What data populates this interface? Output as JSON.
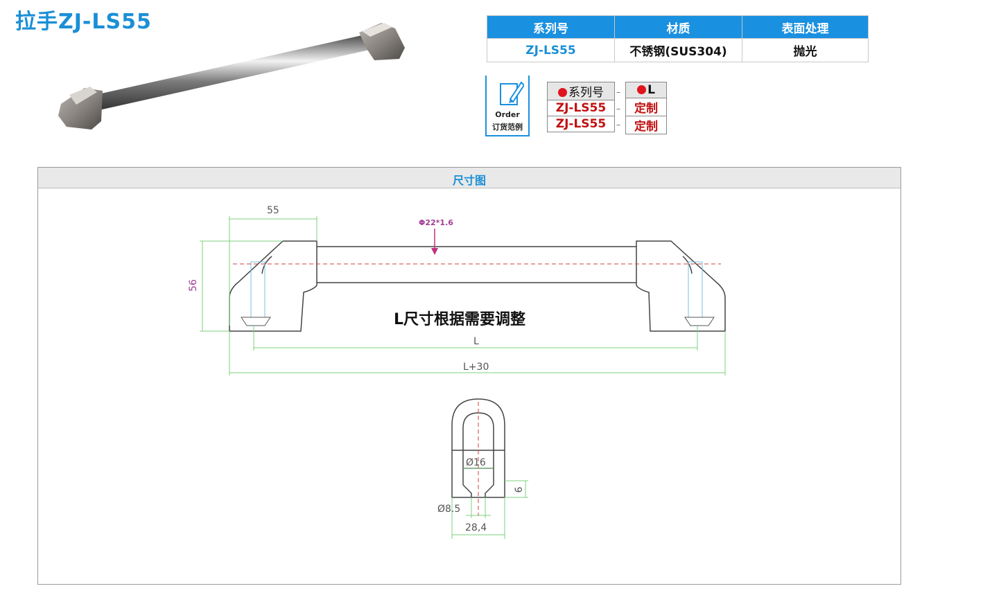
{
  "title": "拉手ZJ-LS55",
  "spec_table": {
    "headers": [
      "系列号",
      "材质",
      "表面处理"
    ],
    "row": [
      "ZJ-LS55",
      "不锈钢(SUS304)",
      "抛光"
    ]
  },
  "order": {
    "icon_en": "Order",
    "icon_cn": "订货范例",
    "header": [
      "系列号",
      "L"
    ],
    "rows": [
      [
        "ZJ-LS55",
        "定制"
      ],
      [
        "ZJ-LS55",
        "定制"
      ]
    ]
  },
  "drawing": {
    "section_title": "尺寸图",
    "note": "L尺寸根据需要调整",
    "dims": {
      "top_width": "55",
      "height": "56",
      "tube": "Φ22*1.6",
      "inner_length": "L",
      "overall_length": "L+30",
      "bore": "Ø16",
      "hole": "Ø8.5",
      "base_width": "28,4",
      "depth": "9"
    }
  },
  "colors": {
    "accent": "#1a90e0",
    "title": "#1a8fd6",
    "order_value": "#c01010",
    "dimension_line": "#7ed07e",
    "dimension_text_pink": "#a23b96"
  }
}
